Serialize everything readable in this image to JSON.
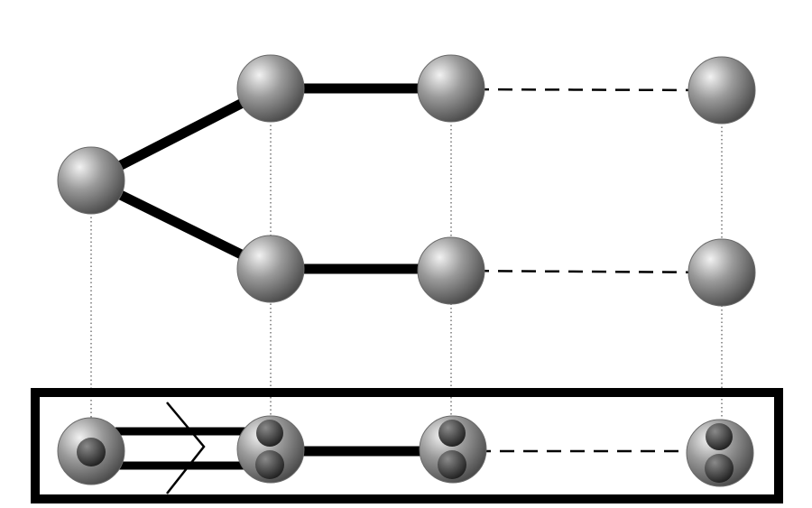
{
  "diagram": {
    "kind": "branching-sphere-chain",
    "upper_graph": {
      "nodes": [
        "root",
        "upper-1",
        "upper-2",
        "upper-far",
        "lower-1",
        "lower-2",
        "lower-far"
      ],
      "edges": [
        {
          "from": "root",
          "to": "upper-1",
          "style": "solid-thick"
        },
        {
          "from": "root",
          "to": "lower-1",
          "style": "solid-thick"
        },
        {
          "from": "upper-1",
          "to": "upper-2",
          "style": "solid-thick"
        },
        {
          "from": "upper-2",
          "to": "upper-far",
          "style": "dashed"
        },
        {
          "from": "lower-1",
          "to": "lower-2",
          "style": "solid-thick"
        },
        {
          "from": "lower-2",
          "to": "lower-far",
          "style": "dashed"
        }
      ]
    },
    "projection_lines": "dotted",
    "quotient_box": {
      "nodes": [
        {
          "id": "q-root",
          "inner_spheres": 1
        },
        {
          "id": "q-1",
          "inner_spheres": 2
        },
        {
          "id": "q-2",
          "inner_spheres": 2
        },
        {
          "id": "q-far",
          "inner_spheres": 2
        }
      ],
      "edges": [
        {
          "from": "q-root",
          "to": "q-1",
          "style": "double-with-arrow"
        },
        {
          "from": "q-1",
          "to": "q-2",
          "style": "solid-thick"
        },
        {
          "from": "q-2",
          "to": "q-far",
          "style": "dashed"
        }
      ]
    },
    "colors": {
      "line": "#000000",
      "sphere_light": "#f2f2f2",
      "sphere_mid": "#9a9a9a",
      "sphere_dark": "#4a4a4a",
      "inner_sphere_light": "#8a8a8a",
      "inner_sphere_dark": "#1e1e1e",
      "dotted_line": "#555555"
    }
  }
}
